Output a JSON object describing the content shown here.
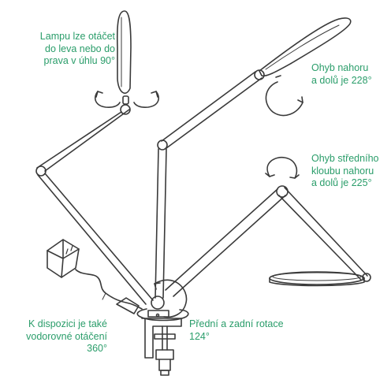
{
  "labels": {
    "rotate_head": [
      "Lampu lze otáčet",
      "do leva nebo do",
      "prava v úhlu 90°"
    ],
    "top_bend": [
      "Ohyb nahoru",
      "a dolů je 228°"
    ],
    "middle_bend": [
      "Ohyb středního",
      "kloubu nahoru",
      "a dolů je 225°"
    ],
    "front_rear": [
      "Přední a zadní rotace",
      "124°"
    ],
    "horizontal": [
      "K dispozici je také",
      "vodorovné otáčení",
      "360°"
    ]
  },
  "colors": {
    "text": "#2a9d6a",
    "line": "#3a3a3a"
  }
}
